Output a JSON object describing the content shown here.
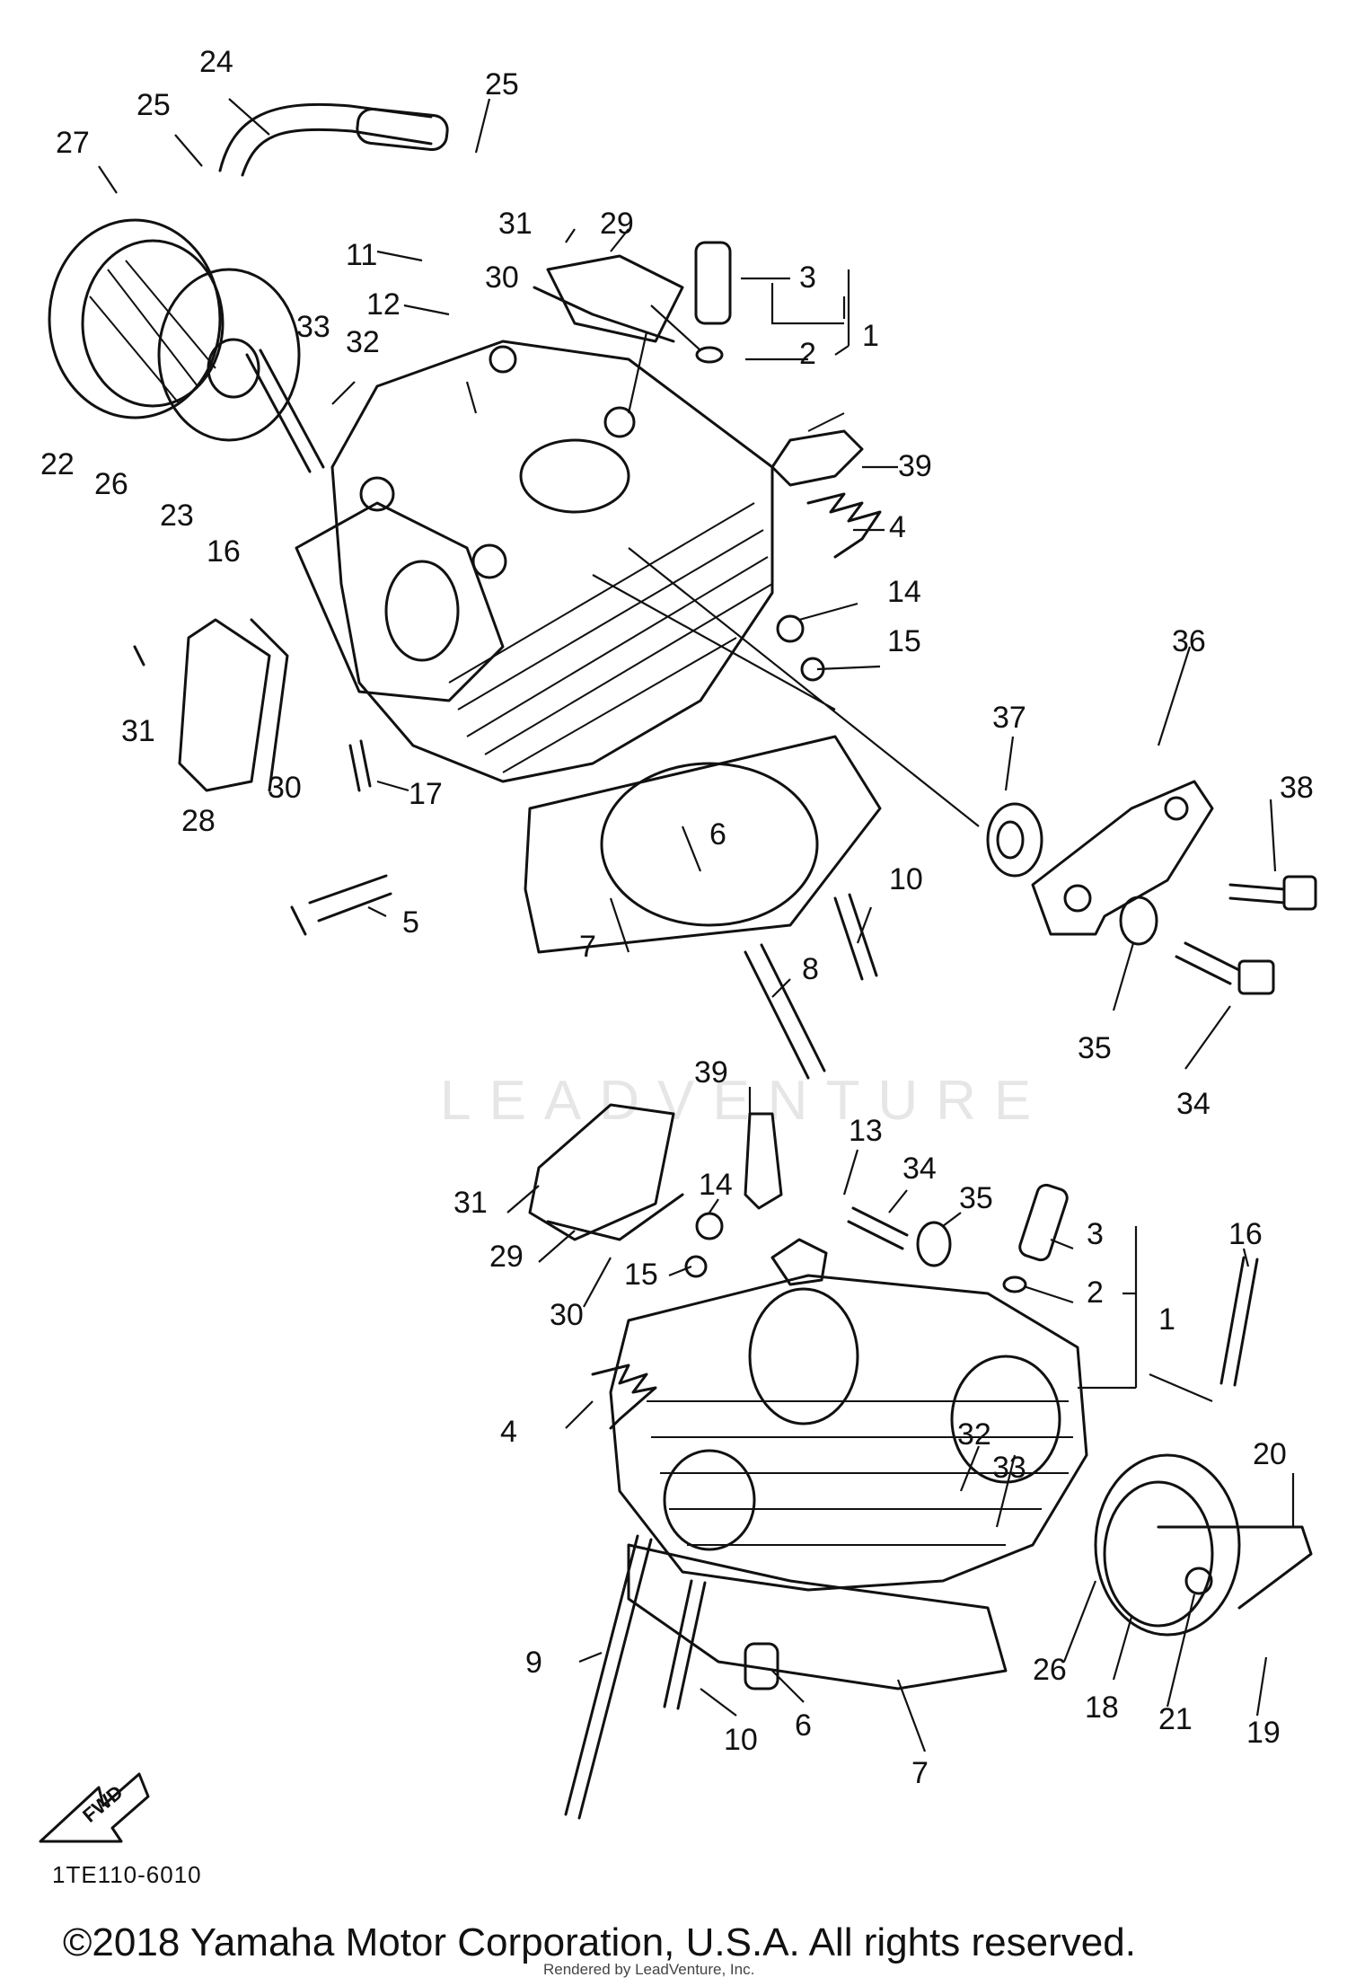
{
  "watermark": "LEADVENTURE",
  "drawing_code": "1TE110-6010",
  "copyright": "©2018 Yamaha Motor Corporation, U.S.A. All rights reserved.",
  "rendered_by": "Rendered by LeadVenture, Inc.",
  "fwd_label": "FWD",
  "callouts_front": [
    "24",
    "25",
    "25",
    "27",
    "31",
    "29",
    "3",
    "11",
    "30",
    "12",
    "2",
    "1",
    "33",
    "32",
    "39",
    "22",
    "26",
    "23",
    "16",
    "4",
    "14",
    "15",
    "36",
    "31",
    "30",
    "17",
    "28",
    "37",
    "38",
    "6",
    "5",
    "10",
    "7",
    "8",
    "35",
    "34"
  ],
  "callouts_rear": [
    "39",
    "13",
    "31",
    "14",
    "34",
    "35",
    "3",
    "16",
    "29",
    "15",
    "2",
    "1",
    "30",
    "4",
    "32",
    "33",
    "20",
    "9",
    "6",
    "10",
    "26",
    "18",
    "21",
    "19",
    "7"
  ]
}
